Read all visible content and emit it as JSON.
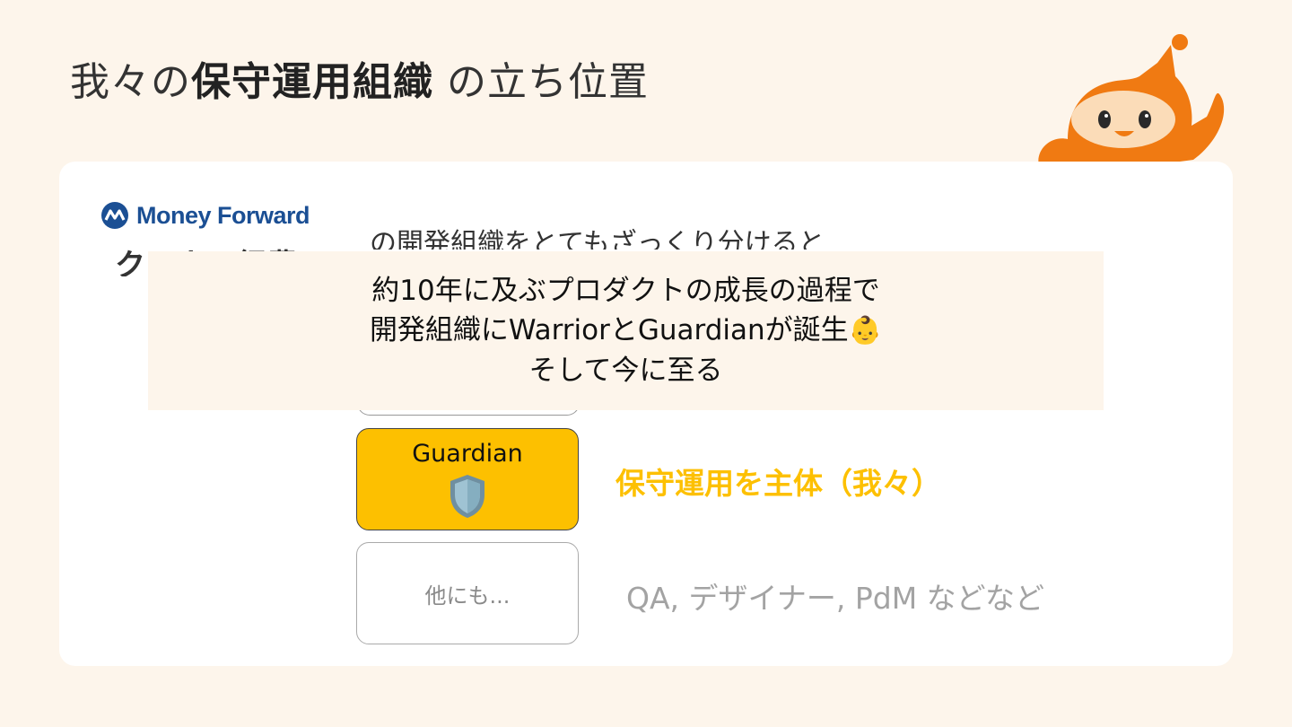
{
  "title": {
    "prefix": "我々の",
    "emphasis": "保守運用組織",
    "suffix": " の立ち位置"
  },
  "logo": {
    "text": "Money Forward",
    "subtitle": "クラウド経費"
  },
  "intro": {
    "text": "の開発組織をとてもざっくり分けると"
  },
  "overlay": {
    "line1": "約10年に及ぶプロダクトの成長の過程で",
    "line2": "開発組織にWarriorとGuardianが誕生",
    "line2_emoji": "👶",
    "line3": "そして今に至る"
  },
  "roles": {
    "guardian": {
      "label": "Guardian",
      "icon": "shield-icon",
      "description": "保守運用を主体（我々）"
    },
    "others": {
      "label": "他にも...",
      "description": "QA, デザイナー, PdM などなど"
    }
  },
  "colors": {
    "background": "#fdf5eb",
    "card": "#ffffff",
    "guardian": "#fdc000",
    "brand": "#1b4f94",
    "mascot": "#f07a12"
  }
}
